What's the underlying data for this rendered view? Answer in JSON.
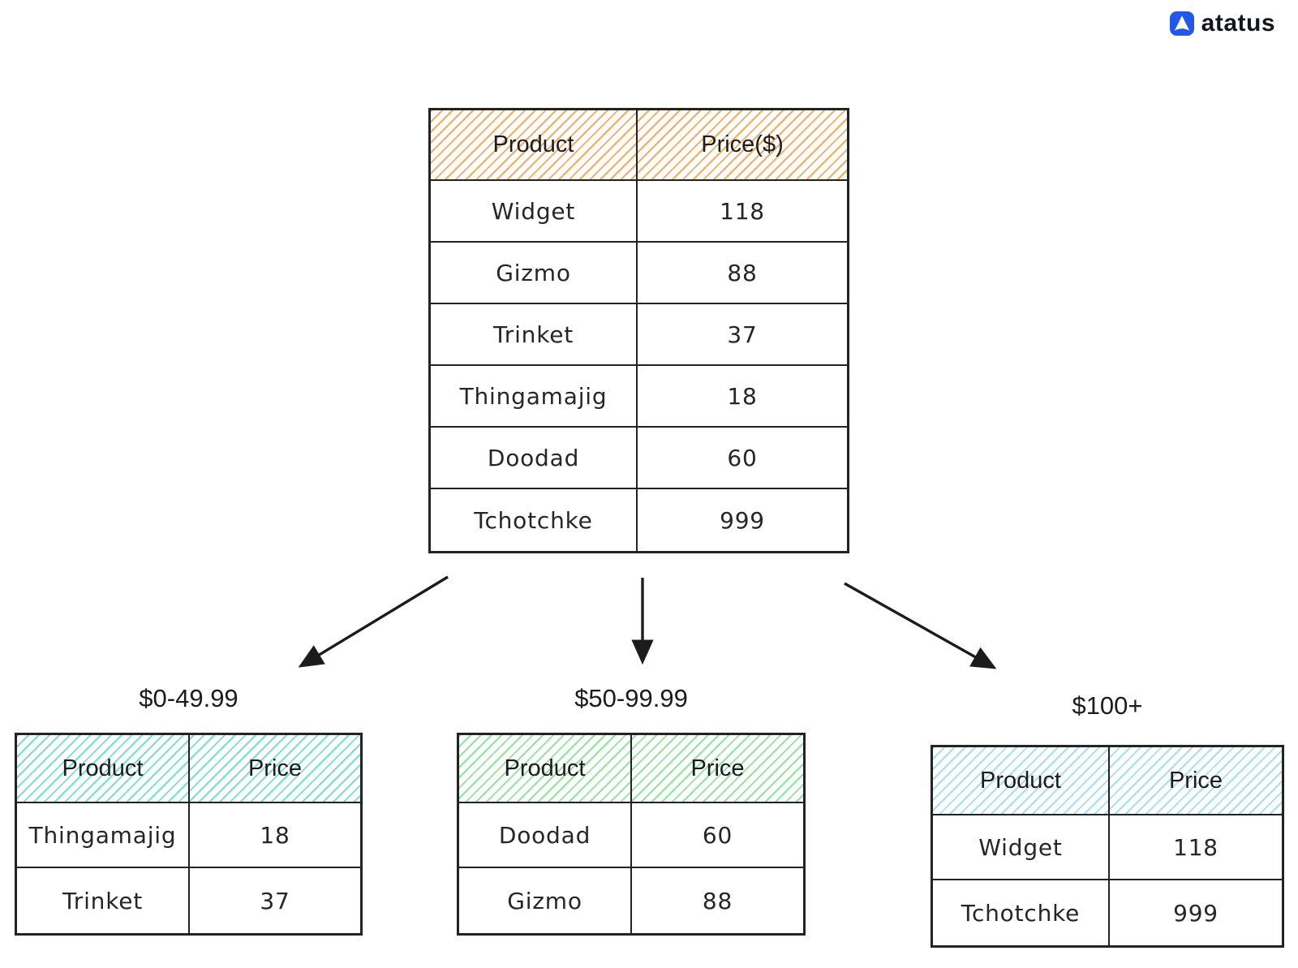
{
  "logo": {
    "label": "atatus",
    "brand_blue": "#2158e8",
    "text_color": "#14161f"
  },
  "main_table": {
    "header": {
      "product": "Product",
      "price": "Price($)"
    },
    "header_hatch_color": "#f5ab60",
    "rows": [
      {
        "product": "Widget",
        "price": "118"
      },
      {
        "product": "Gizmo",
        "price": "88"
      },
      {
        "product": "Trinket",
        "price": "37"
      },
      {
        "product": "Thingamajig",
        "price": "18"
      },
      {
        "product": "Doodad",
        "price": "60"
      },
      {
        "product": "Tchotchke",
        "price": "999"
      }
    ]
  },
  "buckets": [
    {
      "title": "$0-49.99",
      "header": {
        "product": "Product",
        "price": "Price"
      },
      "header_hatch_color": "#76e4c4",
      "rows": [
        {
          "product": "Thingamajig",
          "price": "18"
        },
        {
          "product": "Trinket",
          "price": "37"
        }
      ]
    },
    {
      "title": "$50-99.99",
      "header": {
        "product": "Product",
        "price": "Price"
      },
      "header_hatch_color": "#93e3a0",
      "rows": [
        {
          "product": "Doodad",
          "price": "60"
        },
        {
          "product": "Gizmo",
          "price": "88"
        }
      ]
    },
    {
      "title": "$100+",
      "header": {
        "product": "Product",
        "price": "Price"
      },
      "header_hatch_color": "#a3dff5",
      "rows": [
        {
          "product": "Widget",
          "price": "118"
        },
        {
          "product": "Tchotchke",
          "price": "999"
        }
      ]
    }
  ]
}
